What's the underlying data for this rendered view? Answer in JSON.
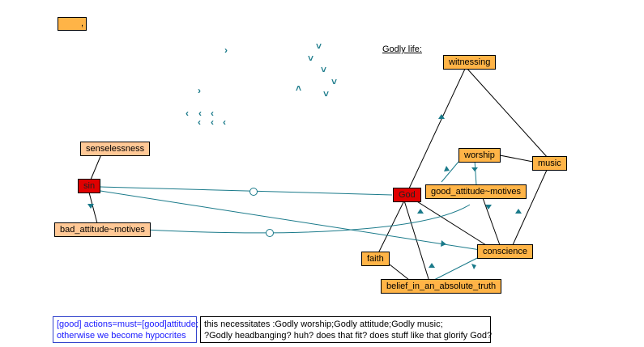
{
  "caption": "Godly life:",
  "small_box_label": ",",
  "nodes": {
    "witnessing": "witnessing",
    "worship": "worship",
    "music": "music",
    "god": "God",
    "good_attitude": "good_attitude~motives",
    "conscience": "conscience",
    "faith": "faith",
    "belief": "belief_in_an_absolute_truth",
    "senselessness": "senselessness",
    "sin": "sin",
    "bad_attitude": "bad_attitude~motives"
  },
  "notes": {
    "left_line1": "[good] actions=must=[good]attitude;",
    "left_line2": "otherwise we become hypocrites",
    "right_line1": "this necessitates :Godly worship;Godly attitude;Godly music;",
    "right_line2": "?Godly headbanging? huh? does that fit? does stuff like that glorify God?"
  },
  "colors": {
    "node_orange": "#ffb447",
    "node_peach": "#ffc896",
    "node_red": "#e00000",
    "link_teal": "#1a7a8a",
    "note_blue": "#1a1aff"
  }
}
